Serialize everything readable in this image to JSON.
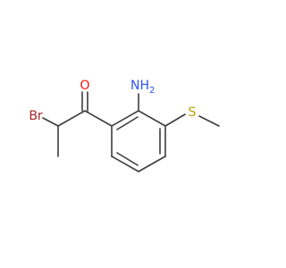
{
  "molecule": {
    "atoms": {
      "oxygen": {
        "text": "O",
        "color": "#ff0d0d"
      },
      "amine": {
        "text": "NH",
        "subscript": "2",
        "color": "#3050f8"
      },
      "sulfur": {
        "text": "S",
        "color": "#b3a400"
      },
      "bromine": {
        "text": "Br",
        "color": "#a62929"
      }
    },
    "bond_color": "#3c3c3c"
  }
}
